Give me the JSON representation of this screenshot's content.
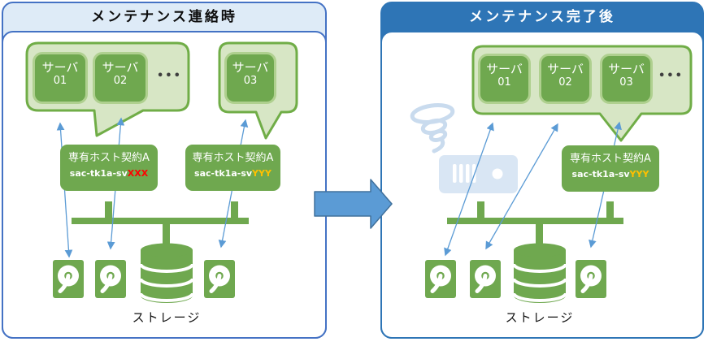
{
  "left_panel": {
    "title": "メンテナンス連絡時",
    "servers": [
      {
        "label": "サーバ",
        "number": "01"
      },
      {
        "label": "サーバ",
        "number": "02"
      },
      {
        "label": "サーバ",
        "number": "03"
      }
    ],
    "ellipsis": "•••",
    "hosts": [
      {
        "name": "専有ホスト契約A",
        "id_prefix": "sac-tk1a-sv",
        "id_suffix": "XXX"
      },
      {
        "name": "専有ホスト契約A",
        "id_prefix": "sac-tk1a-sv",
        "id_suffix": "YYY"
      }
    ],
    "storage_label": "ストレージ"
  },
  "right_panel": {
    "title": "メンテナンス完了後",
    "servers": [
      {
        "label": "サーバ",
        "number": "01"
      },
      {
        "label": "サーバ",
        "number": "02"
      },
      {
        "label": "サーバ",
        "number": "03"
      }
    ],
    "ellipsis": "•••",
    "hosts": [
      {
        "name": "専有ホスト契約A",
        "id_prefix": "sac-tk1a-sv",
        "id_suffix": "YYY"
      }
    ],
    "storage_label": "ストレージ"
  },
  "colors": {
    "green": "#6FA84F",
    "bubble_fill": "#D7E6C5",
    "bubble_border": "#70AD47",
    "server_box_border": "#AFD08F",
    "panel_border_left": "#4472C4",
    "header_fill_left": "#DEEBF7",
    "header_fill_right": "#2E75B6",
    "connector_blue": "#5B9BD5",
    "transition_arrow_fill": "#5B9BD5",
    "transition_arrow_border": "#41719C",
    "suffix_xxx_color": "#FF0000",
    "suffix_yyy_color": "#FFC000",
    "faded_icon": "#D9E6F4"
  }
}
